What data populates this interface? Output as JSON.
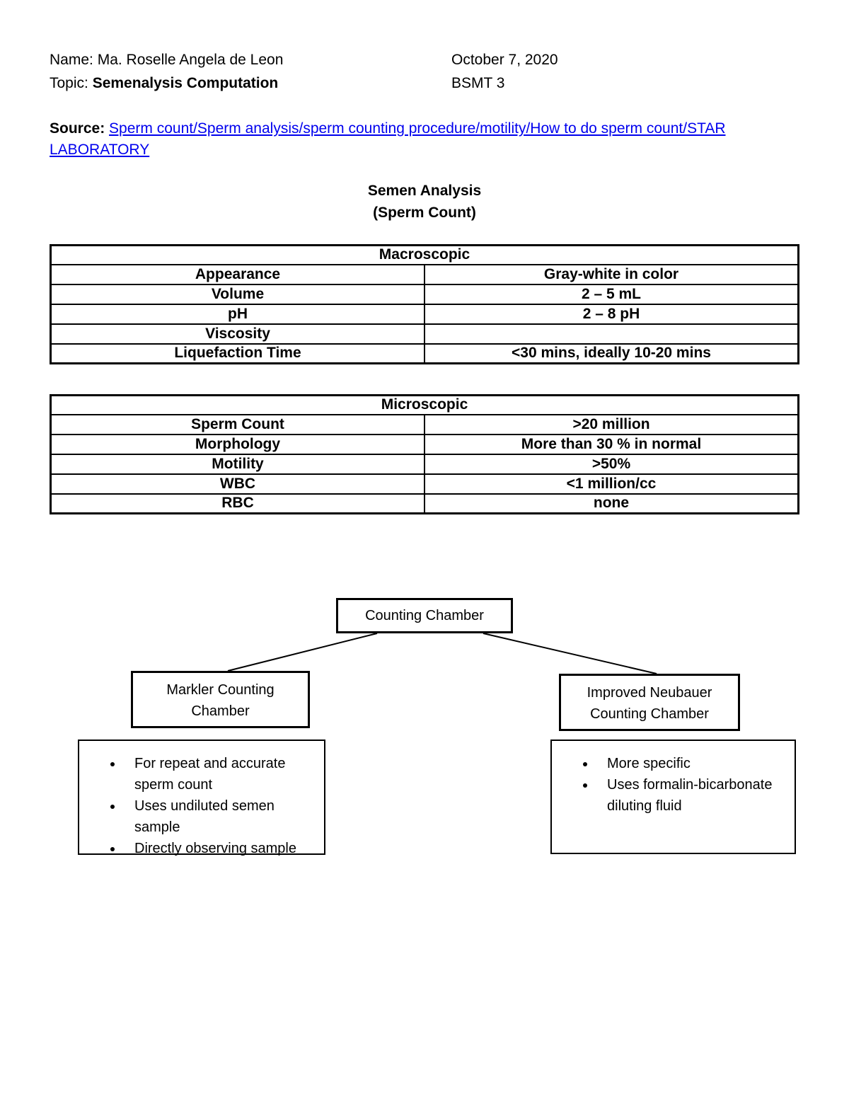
{
  "header": {
    "name_label": "Name:",
    "name_value": "Ma. Roselle Angela de Leon",
    "date": "October 7, 2020",
    "topic_label": "Topic:",
    "topic_value": "Semenalysis Computation",
    "class_section": "BSMT 3"
  },
  "source": {
    "label": "Source:",
    "link_line1": "Sperm count/Sperm analysis/sperm counting procedure/motility/How to do sperm count/STAR",
    "link_line2": "LABORATORY"
  },
  "title": {
    "line1": "Semen Analysis",
    "line2": "(Sperm Count)"
  },
  "tables": [
    {
      "header": "Macroscopic",
      "rows": [
        [
          "Appearance",
          "Gray-white in color"
        ],
        [
          "Volume",
          "2 – 5 mL"
        ],
        [
          "pH",
          "2 – 8 pH"
        ],
        [
          "Viscosity",
          ""
        ],
        [
          "Liquefaction Time",
          "<30 mins, ideally 10-20 mins"
        ]
      ]
    },
    {
      "header": "Microscopic",
      "rows": [
        [
          "Sperm Count",
          ">20 million"
        ],
        [
          "Morphology",
          "More than 30 % in normal"
        ],
        [
          "Motility",
          ">50%"
        ],
        [
          "WBC",
          "<1 million/cc"
        ],
        [
          "RBC",
          "none"
        ]
      ]
    }
  ],
  "diagram": {
    "root_label": "Counting Chamber",
    "left_node_label": "Markler Counting Chamber",
    "right_node_label": "Improved Neubauer Counting Chamber",
    "left_bullets": [
      "For repeat and accurate sperm count",
      "Uses undiluted semen sample",
      "Directly observing sample"
    ],
    "right_bullets": [
      "More specific",
      "Uses formalin-bicarbonate diluting fluid"
    ]
  },
  "colors": {
    "link_blue": "#0000EE",
    "text": "#000000",
    "background": "#FFFFFF"
  }
}
